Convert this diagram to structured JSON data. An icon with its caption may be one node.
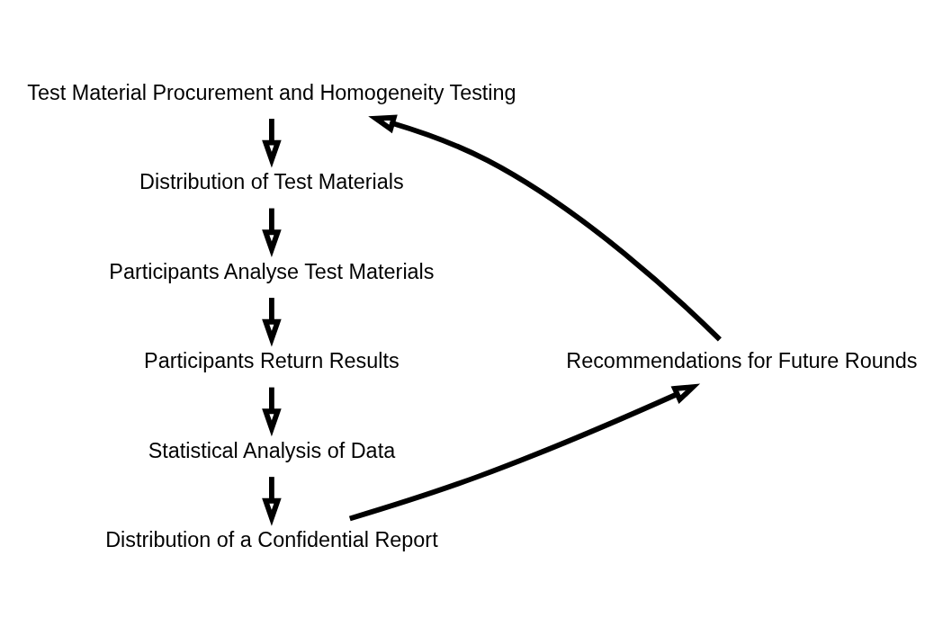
{
  "diagram": {
    "nodes": [
      {
        "text": [
          "Test Material Procurement and Homogeneity Testing"
        ]
      },
      {
        "text": [
          "Distribution of Test Materials"
        ]
      },
      {
        "text": [
          "Participants Analyse Test Materials"
        ]
      },
      {
        "text": [
          "Participants Return Results"
        ]
      },
      {
        "text": [
          "Statistical Analysis of Data"
        ]
      },
      {
        "text": [
          "Distribution of a Confidential Report"
        ]
      },
      {
        "text": [
          "Recommendations for Future Rounds"
        ]
      }
    ],
    "edges": [
      {
        "from": 0,
        "to": 1,
        "arrow": "to"
      },
      {
        "from": 1,
        "to": 2,
        "arrow": "to"
      },
      {
        "from": 2,
        "to": 3,
        "arrow": "to"
      },
      {
        "from": 3,
        "to": 4,
        "arrow": "to"
      },
      {
        "from": 4,
        "to": 5,
        "arrow": "to"
      },
      {
        "from": 5,
        "to": 6,
        "arrow": "to"
      },
      {
        "from": 6,
        "to": 0,
        "arrow": "to"
      }
    ]
  }
}
